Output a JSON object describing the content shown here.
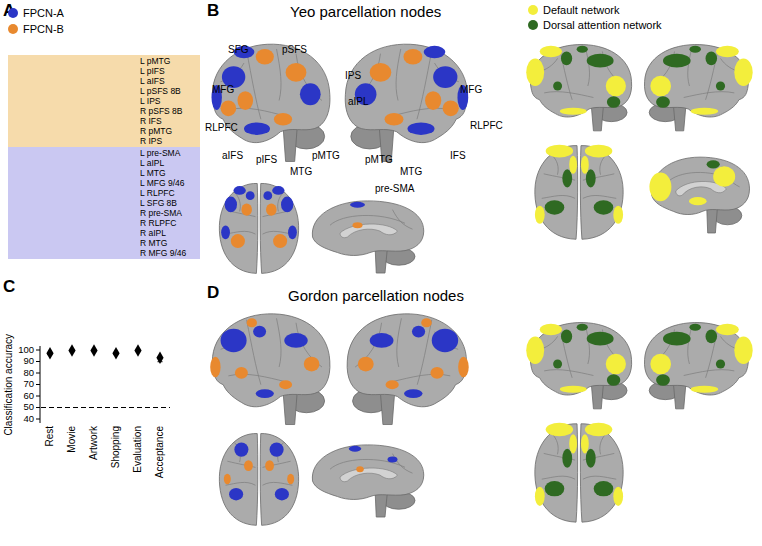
{
  "diagram": {
    "nodes": [
      {
        "text": [
          "L pMTG",
          "L pIFS",
          "L aIFS",
          "L pSFS 8B",
          "L IPS",
          "R pSFS 8B",
          "R IFS",
          "R pMTG",
          "R IPS"
        ]
      },
      {
        "text": [
          "L pre-SMA",
          "L aIPL",
          "L MTG",
          "L MFG 9/46",
          "L RLPFC",
          "L SFG 8B",
          "R pre-SMA",
          "R RLPFC",
          "R aIPL",
          "R MTG",
          "R MFG 9/46"
        ]
      }
    ],
    "labels": [
      "A",
      "B",
      "Yeo parcellation nodes",
      "SFG",
      "pSFS",
      "IPS",
      "aIPL",
      "MFG",
      "MFG",
      "RLPFC",
      "RLPFC",
      "aIFS",
      "pIFS",
      "IFS",
      "MTG",
      "pMTG",
      "pMTG",
      "MTG",
      "pre-SMA",
      "C",
      "100",
      "90",
      "80",
      "70",
      "60",
      "50",
      "40",
      "Classification accuracy",
      "Rest",
      "Movie",
      "Artwork",
      "Shopping",
      "Evaluation",
      "Acceptance",
      "D",
      "Gordon parcellation nodes"
    ],
    "legend": [
      {
        "text": "FPCN-A",
        "color": "#2b36c6"
      },
      {
        "text": "FPCN-B",
        "color": "#e8892f"
      },
      {
        "text": "Default network",
        "color": "#f3ee3c"
      },
      {
        "text": "Dorsal attention network",
        "color": "#2f6a22"
      }
    ]
  }
}
